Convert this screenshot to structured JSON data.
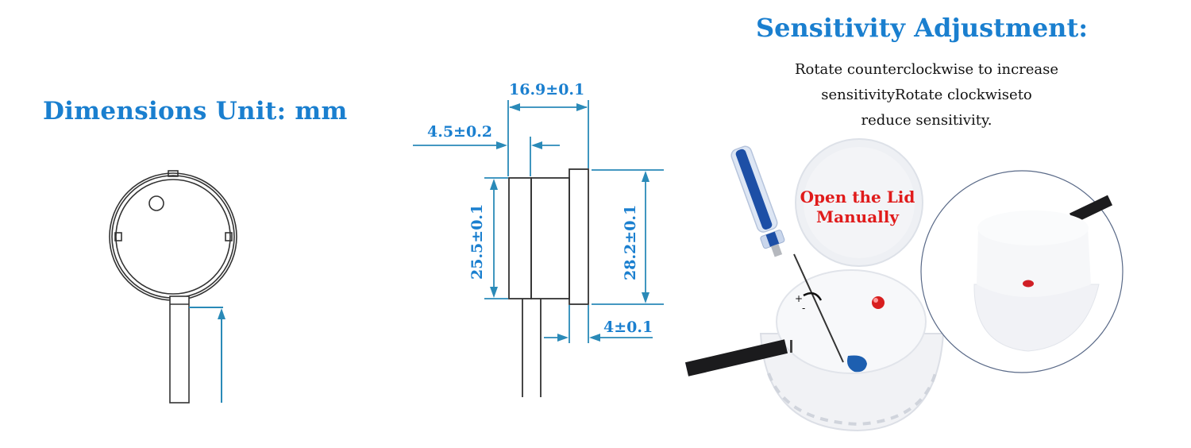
{
  "left_section": {
    "title": "Dimensions Unit: mm"
  },
  "side_view": {
    "dimensions": {
      "total_length": "16.9±0.1",
      "cable_offset": "4.5±0.2",
      "body_diameter": "25.5±0.1",
      "flange_diameter": "28.2±0.1",
      "flange_thickness": "4±0.1"
    }
  },
  "right_section": {
    "title": "Sensitivity Adjustment:",
    "description_lines": [
      "Rotate counterclockwise to increase",
      "sensitivityRotate clockwiseto",
      "reduce sensitivity."
    ],
    "photo_label_line1": "Open the Lid",
    "photo_label_line2": "Manually"
  },
  "colors": {
    "accent_blue": "#1a7fcf",
    "dimension_line": "#2a8ab8",
    "label_red": "#e01b1b",
    "outline": "#333333"
  }
}
